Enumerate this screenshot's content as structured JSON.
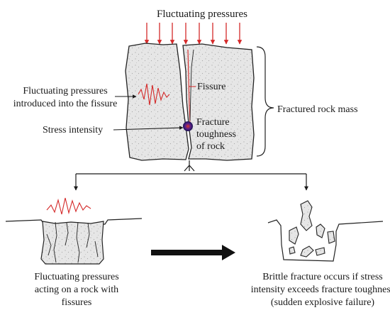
{
  "labels": {
    "fluctuating_pressures": "Fluctuating pressures",
    "introduced_line1": "Fluctuating pressures",
    "introduced_line2": "introduced into the fissure",
    "fissure": "Fissure",
    "stress_intensity": "Stress intensity",
    "fracture_line1": "Fracture",
    "fracture_line2": "toughness",
    "fracture_line3": "of rock",
    "fractured_rock_mass": "Fractured rock mass",
    "bottom_left_line1": "Fluctuating pressures",
    "bottom_left_line2": "acting on a rock with",
    "bottom_left_line3": "fissures",
    "bottom_right_line1": "Brittle fracture occurs if stress",
    "bottom_right_line2": "intensity exceeds fracture toughness",
    "bottom_right_line3": "(sudden explosive failure)"
  },
  "colors": {
    "pressure": "#d42a2a",
    "rock_fill": "#e4e4e4",
    "outline": "#222222",
    "crack_tip": "#3a1a8c"
  }
}
